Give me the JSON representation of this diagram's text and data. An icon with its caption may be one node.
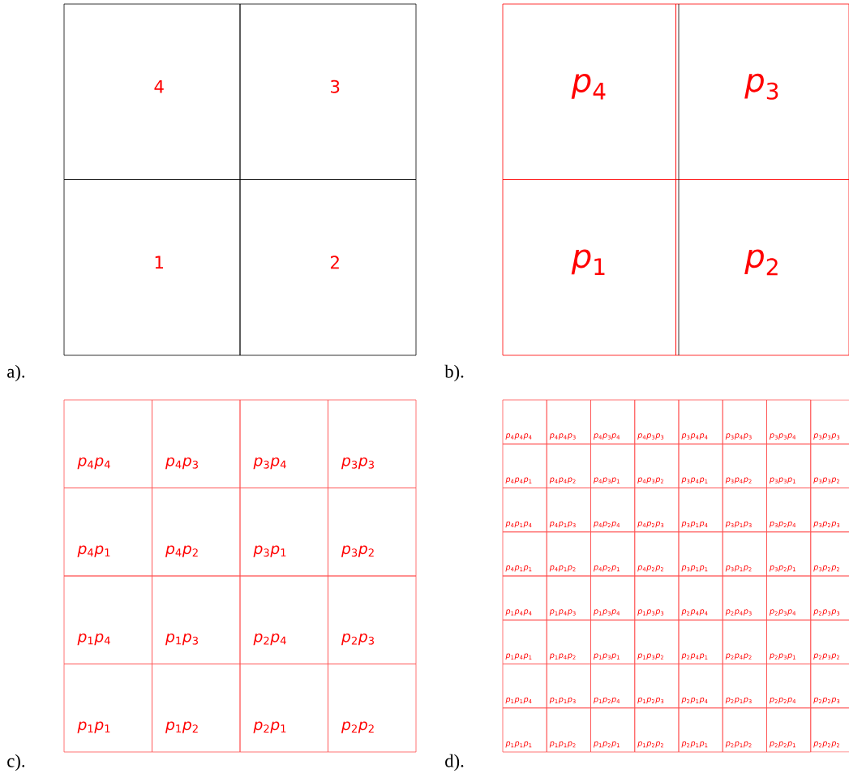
{
  "diagram": {
    "nodes": [
      {
        "text": [
          "4"
        ]
      },
      {
        "text": [
          "3"
        ]
      },
      {
        "text": [
          "1"
        ]
      },
      {
        "text": [
          "2"
        ]
      },
      {
        "text": [
          "*p*$_{4}$"
        ]
      },
      {
        "text": [
          "*p*$_{3}$"
        ]
      },
      {
        "text": [
          "*p*$_{1}$"
        ]
      },
      {
        "text": [
          "*p*$_{2}$"
        ]
      },
      {
        "text": [
          "*p*$_{4}$*p*$_{4}$"
        ]
      },
      {
        "text": [
          "*p*$_{4}$*p*$_{3}$"
        ]
      },
      {
        "text": [
          "*p*$_{3}$*p*$_{4}$"
        ]
      },
      {
        "text": [
          "*p*$_{3}$*p*$_{3}$"
        ]
      },
      {
        "text": [
          "*p*$_{4}$*p*$_{1}$"
        ]
      },
      {
        "text": [
          "*p*$_{4}$*p*$_{2}$"
        ]
      },
      {
        "text": [
          "*p*$_{3}$*p*$_{1}$"
        ]
      },
      {
        "text": [
          "*p*$_{3}$*p*$_{2}$"
        ]
      },
      {
        "text": [
          "*p*$_{1}$*p*$_{4}$"
        ]
      },
      {
        "text": [
          "*p*$_{1}$*p*$_{3}$"
        ]
      },
      {
        "text": [
          "*p*$_{2}$*p*$_{4}$"
        ]
      },
      {
        "text": [
          "*p*$_{2}$*p*$_{3}$"
        ]
      },
      {
        "text": [
          "*p*$_{1}$*p*$_{1}$"
        ]
      },
      {
        "text": [
          "*p*$_{1}$*p*$_{2}$"
        ]
      },
      {
        "text": [
          "*p*$_{2}$*p*$_{1}$"
        ]
      },
      {
        "text": [
          "*p*$_{2}$*p*$_{2}$"
        ]
      },
      {
        "text": [
          "*p*$_{4}$*p*$_{4}$*p*$_{4}$"
        ]
      },
      {
        "text": [
          "*p*$_{4}$*p*$_{4}$*p*$_{3}$"
        ]
      },
      {
        "text": [
          "*p*$_{4}$*p*$_{3}$*p*$_{4}$"
        ]
      },
      {
        "text": [
          "*p*$_{4}$*p*$_{3}$*p*$_{3}$"
        ]
      },
      {
        "text": [
          "*p*$_{3}$*p*$_{4}$*p*$_{4}$"
        ]
      },
      {
        "text": [
          "*p*$_{3}$*p*$_{4}$*p*$_{3}$"
        ]
      },
      {
        "text": [
          "*p*$_{3}$*p*$_{3}$*p*$_{4}$"
        ]
      },
      {
        "text": [
          "*p*$_{3}$*p*$_{3}$*p*$_{3}$"
        ]
      },
      {
        "text": [
          "*p*$_{4}$*p*$_{4}$*p*$_{1}$"
        ]
      },
      {
        "text": [
          "*p*$_{4}$*p*$_{4}$*p*$_{2}$"
        ]
      },
      {
        "text": [
          "*p*$_{4}$*p*$_{3}$*p*$_{1}$"
        ]
      },
      {
        "text": [
          "*p*$_{4}$*p*$_{3}$*p*$_{2}$"
        ]
      },
      {
        "text": [
          "*p*$_{3}$*p*$_{4}$*p*$_{1}$"
        ]
      },
      {
        "text": [
          "*p*$_{3}$*p*$_{4}$*p*$_{2}$"
        ]
      },
      {
        "text": [
          "*p*$_{3}$*p*$_{3}$*p*$_{1}$"
        ]
      },
      {
        "text": [
          "*p*$_{3}$*p*$_{3}$*p*$_{2}$"
        ]
      },
      {
        "text": [
          "*p*$_{4}$*p*$_{1}$*p*$_{4}$"
        ]
      },
      {
        "text": [
          "*p*$_{4}$*p*$_{1}$*p*$_{3}$"
        ]
      },
      {
        "text": [
          "*p*$_{4}$*p*$_{2}$*p*$_{4}$"
        ]
      },
      {
        "text": [
          "*p*$_{4}$*p*$_{2}$*p*$_{3}$"
        ]
      },
      {
        "text": [
          "*p*$_{3}$*p*$_{1}$*p*$_{4}$"
        ]
      },
      {
        "text": [
          "*p*$_{3}$*p*$_{1}$*p*$_{3}$"
        ]
      },
      {
        "text": [
          "*p*$_{3}$*p*$_{2}$*p*$_{4}$"
        ]
      },
      {
        "text": [
          "*p*$_{3}$*p*$_{2}$*p*$_{3}$"
        ]
      },
      {
        "text": [
          "*p*$_{4}$*p*$_{1}$*p*$_{1}$"
        ]
      },
      {
        "text": [
          "*p*$_{4}$*p*$_{1}$*p*$_{2}$"
        ]
      },
      {
        "text": [
          "*p*$_{4}$*p*$_{2}$*p*$_{1}$"
        ]
      },
      {
        "text": [
          "*p*$_{4}$*p*$_{2}$*p*$_{2}$"
        ]
      },
      {
        "text": [
          "*p*$_{3}$*p*$_{1}$*p*$_{1}$"
        ]
      },
      {
        "text": [
          "*p*$_{3}$*p*$_{1}$*p*$_{2}$"
        ]
      },
      {
        "text": [
          "*p*$_{3}$*p*$_{2}$*p*$_{1}$"
        ]
      },
      {
        "text": [
          "*p*$_{3}$*p*$_{2}$*p*$_{2}$"
        ]
      },
      {
        "text": [
          "*p*$_{1}$*p*$_{4}$*p*$_{4}$"
        ]
      },
      {
        "text": [
          "*p*$_{1}$*p*$_{4}$*p*$_{3}$"
        ]
      },
      {
        "text": [
          "*p*$_{1}$*p*$_{3}$*p*$_{4}$"
        ]
      },
      {
        "text": [
          "*p*$_{1}$*p*$_{3}$*p*$_{3}$"
        ]
      },
      {
        "text": [
          "*p*$_{2}$*p*$_{4}$*p*$_{4}$"
        ]
      },
      {
        "text": [
          "*p*$_{2}$*p*$_{4}$*p*$_{3}$"
        ]
      },
      {
        "text": [
          "*p*$_{2}$*p*$_{3}$*p*$_{4}$"
        ]
      },
      {
        "text": [
          "*p*$_{2}$*p*$_{3}$*p*$_{3}$"
        ]
      },
      {
        "text": [
          "*p*$_{1}$*p*$_{4}$*p*$_{1}$"
        ]
      },
      {
        "text": [
          "*p*$_{1}$*p*$_{4}$*p*$_{2}$"
        ]
      },
      {
        "text": [
          "*p*$_{1}$*p*$_{3}$*p*$_{1}$"
        ]
      },
      {
        "text": [
          "*p*$_{1}$*p*$_{3}$*p*$_{2}$"
        ]
      },
      {
        "text": [
          "*p*$_{2}$*p*$_{4}$*p*$_{1}$"
        ]
      },
      {
        "text": [
          "*p*$_{2}$*p*$_{4}$*p*$_{2}$"
        ]
      },
      {
        "text": [
          "*p*$_{2}$*p*$_{3}$*p*$_{1}$"
        ]
      },
      {
        "text": [
          "*p*$_{2}$*p*$_{3}$*p*$_{2}$"
        ]
      },
      {
        "text": [
          "*p*$_{1}$*p*$_{1}$*p*$_{4}$"
        ]
      },
      {
        "text": [
          "*p*$_{1}$*p*$_{1}$*p*$_{3}$"
        ]
      },
      {
        "text": [
          "*p*$_{1}$*p*$_{2}$*p*$_{4}$"
        ]
      },
      {
        "text": [
          "*p*$_{1}$*p*$_{2}$*p*$_{3}$"
        ]
      },
      {
        "text": [
          "*p*$_{2}$*p*$_{1}$*p*$_{4}$"
        ]
      },
      {
        "text": [
          "*p*$_{2}$*p*$_{1}$*p*$_{3}$"
        ]
      },
      {
        "text": [
          "*p*$_{2}$*p*$_{2}$*p*$_{4}$"
        ]
      },
      {
        "text": [
          "*p*$_{2}$*p*$_{2}$*p*$_{3}$"
        ]
      },
      {
        "text": [
          "*p*$_{1}$*p*$_{1}$*p*$_{1}$"
        ]
      },
      {
        "text": [
          "*p*$_{1}$*p*$_{1}$*p*$_{2}$"
        ]
      },
      {
        "text": [
          "*p*$_{1}$*p*$_{2}$*p*$_{1}$"
        ]
      },
      {
        "text": [
          "*p*$_{1}$*p*$_{2}$*p*$_{2}$"
        ]
      },
      {
        "text": [
          "*p*$_{2}$*p*$_{1}$*p*$_{1}$"
        ]
      },
      {
        "text": [
          "*p*$_{2}$*p*$_{1}$*p*$_{2}$"
        ]
      },
      {
        "text": [
          "*p*$_{2}$*p*$_{2}$*p*$_{1}$"
        ]
      },
      {
        "text": [
          "*p*$_{2}$*p*$_{2}$*p*$_{2}$"
        ]
      }
    ],
    "labels": [
      "a).",
      "b).",
      "c).",
      "d)."
    ]
  }
}
